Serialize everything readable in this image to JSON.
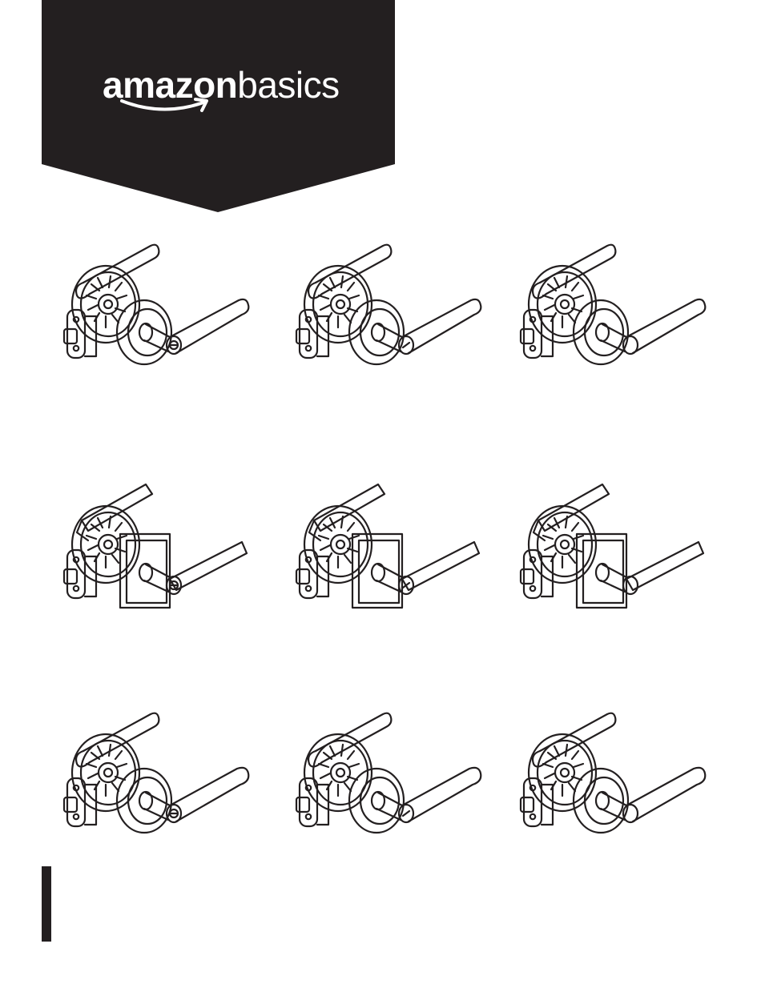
{
  "brand": {
    "name_bold": "amazon",
    "name_light": "basics",
    "banner_color": "#231f20",
    "text_color": "#ffffff"
  },
  "products": {
    "rows": [
      {
        "rosette": "round",
        "lever": "straight-round"
      },
      {
        "rosette": "square",
        "lever": "flat-rectangular"
      },
      {
        "rosette": "round",
        "lever": "curved-round"
      }
    ],
    "columns": [
      {
        "function": "keyed-entry",
        "cylinder": "key-icon"
      },
      {
        "function": "privacy",
        "cylinder": "turn-button-icon"
      },
      {
        "function": "passage",
        "cylinder": "none"
      }
    ]
  }
}
